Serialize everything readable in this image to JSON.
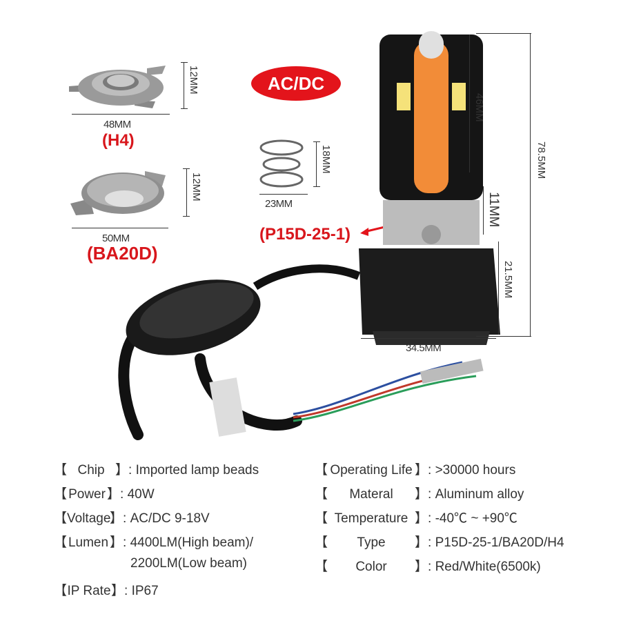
{
  "badge": "AC/DC",
  "adapters": {
    "h4": {
      "width": "48MM",
      "height": "12MM",
      "label": "(H4)"
    },
    "ba20d": {
      "width": "50MM",
      "height": "12MM",
      "label": "(BA20D)"
    },
    "spring": {
      "width": "23MM",
      "height": "18MM"
    },
    "p15d_label": "(P15D-25-1)"
  },
  "bulb_dims": {
    "led_height": "46MM",
    "total_height": "78.5MM",
    "base_height": "11MM",
    "body_height": "21.5MM",
    "body_width": "34.5MM"
  },
  "specs_left": [
    {
      "key": "Chip",
      "value": ": Imported lamp beads"
    },
    {
      "key": "Power",
      "value": ": 40W"
    },
    {
      "key": "Voltage",
      "value": ": AC/DC 9-18V"
    },
    {
      "key": "Lumen",
      "value": ": 4400LM(High beam)/"
    },
    {
      "key": "",
      "value": "2200LM(Low beam)"
    },
    {
      "key": "IP Rate",
      "value": ": IP67"
    }
  ],
  "specs_right": [
    {
      "key": "Operating Life",
      "value": ": >30000 hours"
    },
    {
      "key": "Materal",
      "value": ": Aluminum alloy"
    },
    {
      "key": "Temperature",
      "value": ": -40℃ ~ +90℃"
    },
    {
      "key": "Type",
      "value": ": P15D-25-1/BA20D/H4"
    },
    {
      "key": "Color",
      "value": ": Red/White(6500k)"
    }
  ],
  "colors": {
    "accent": "#e3141b",
    "text": "#333333"
  }
}
